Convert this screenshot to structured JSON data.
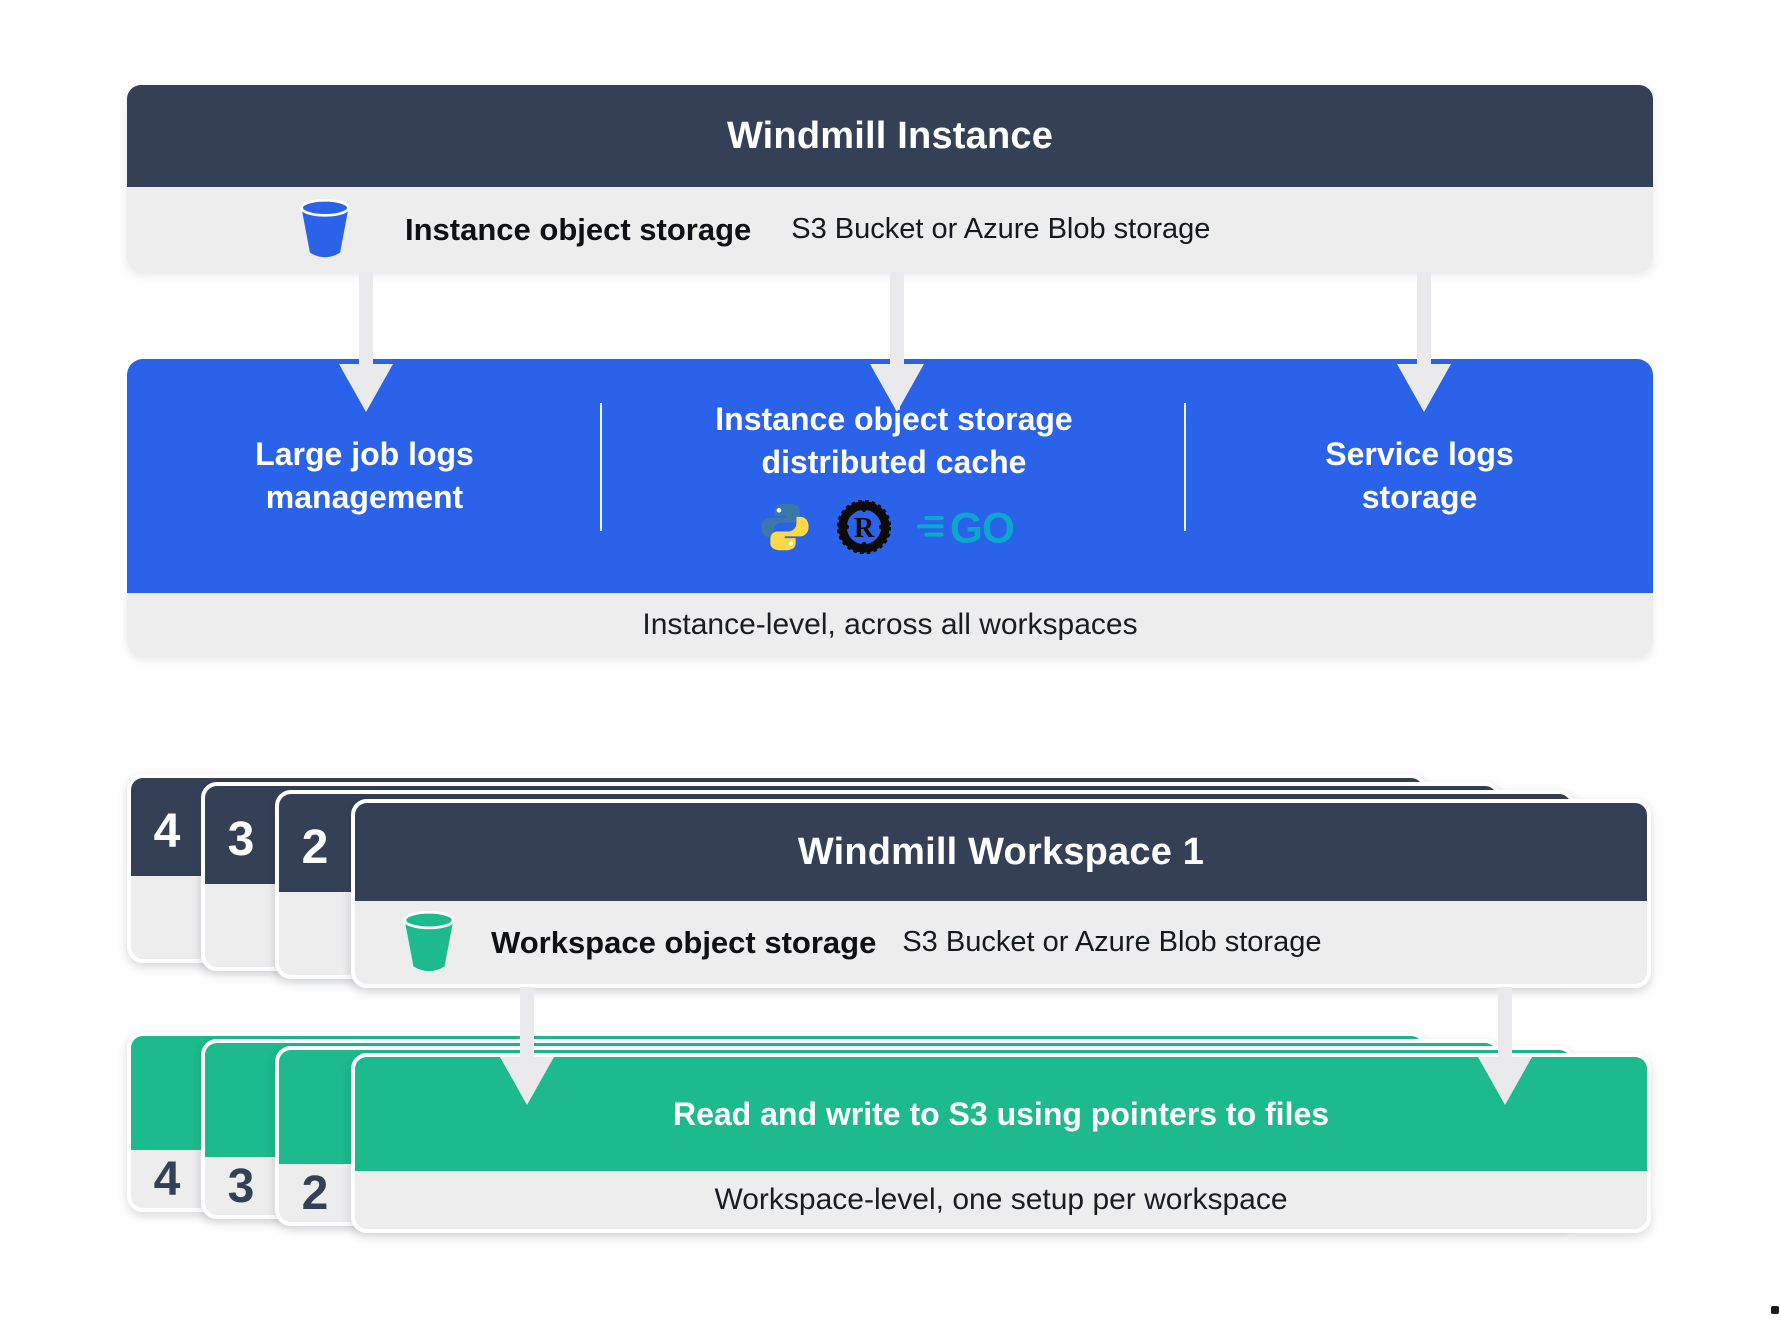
{
  "colors": {
    "dark_slate": "#344055",
    "blue": "#2A63E9",
    "green": "#1CBA8D",
    "bar_gray": "#EDEDEE",
    "arrow_gray": "#EAE9EB",
    "python_blue": "#3B77A8",
    "python_yellow": "#FFD845",
    "go_teal": "#0AA8CC"
  },
  "instance": {
    "title": "Windmill Instance",
    "storage": {
      "icon": "bucket-icon",
      "label": "Instance object storage",
      "sublabel": "S3 Bucket or Azure Blob storage"
    },
    "features": [
      {
        "line1": "Large job logs",
        "line2": "management"
      },
      {
        "line1": "Instance object storage",
        "line2": "distributed cache",
        "icons": [
          "python-icon",
          "rust-icon",
          "go-icon"
        ]
      },
      {
        "line1": "Service logs",
        "line2": "storage"
      }
    ],
    "footer": "Instance-level, across all workspaces"
  },
  "workspace": {
    "stack_labels": [
      "4",
      "3",
      "2"
    ],
    "title": "Windmill Workspace 1",
    "storage": {
      "icon": "bucket-icon",
      "label": "Workspace object storage",
      "sublabel": "S3 Bucket or Azure Blob storage"
    },
    "action": {
      "stack_labels": [
        "4",
        "3",
        "2"
      ],
      "title": "Read and write to S3 using pointers to files",
      "footer": "Workspace-level, one setup per workspace"
    }
  },
  "icons": {
    "rust_letter": "R",
    "go_text": "GO"
  }
}
